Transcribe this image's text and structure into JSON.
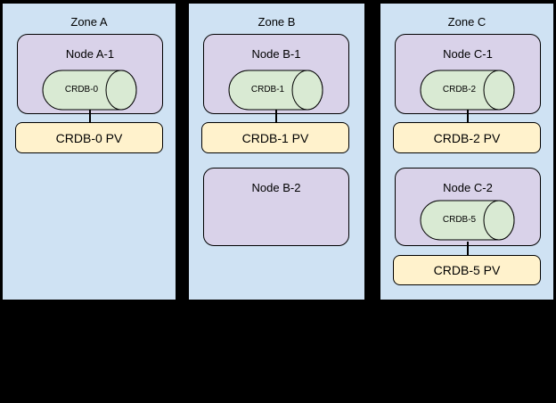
{
  "diagram": {
    "colors": {
      "canvas-bg": "#000000",
      "zone-fill": "#cfe2f3",
      "node-fill": "#d9d2e9",
      "db-fill": "#d9ead3",
      "pv-fill": "#fff2cc",
      "stroke": "#000000"
    }
  },
  "zones": [
    {
      "label": "Zone A",
      "nodes": [
        {
          "label": "Node A-1",
          "db": "CRDB-0",
          "pv": "CRDB-0 PV"
        }
      ]
    },
    {
      "label": "Zone B",
      "nodes": [
        {
          "label": "Node B-1",
          "db": "CRDB-1",
          "pv": "CRDB-1 PV"
        },
        {
          "label": "Node B-2"
        }
      ]
    },
    {
      "label": "Zone C",
      "nodes": [
        {
          "label": "Node C-1",
          "db": "CRDB-2",
          "pv": "CRDB-2 PV"
        },
        {
          "label": "Node C-2",
          "db": "CRDB-5",
          "pv": "CRDB-5 PV"
        }
      ]
    }
  ]
}
